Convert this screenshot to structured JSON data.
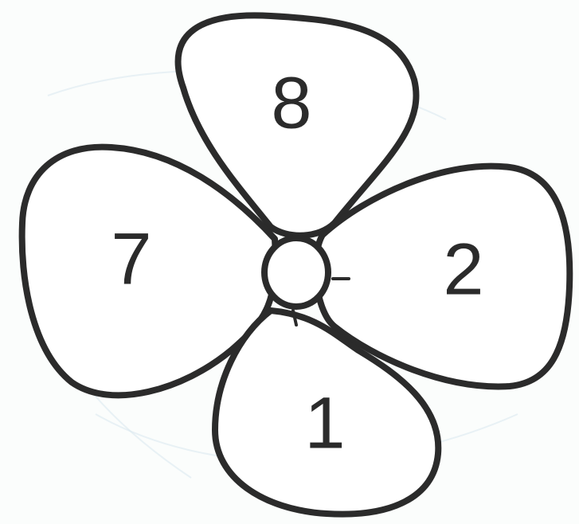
{
  "petals": [
    {
      "id": "top",
      "number": "8"
    },
    {
      "id": "right",
      "number": "2"
    },
    {
      "id": "bottom",
      "number": "1"
    },
    {
      "id": "left",
      "number": "7"
    }
  ],
  "colors": {
    "ink": "#2b2b2b",
    "paper": "#ffffff"
  }
}
